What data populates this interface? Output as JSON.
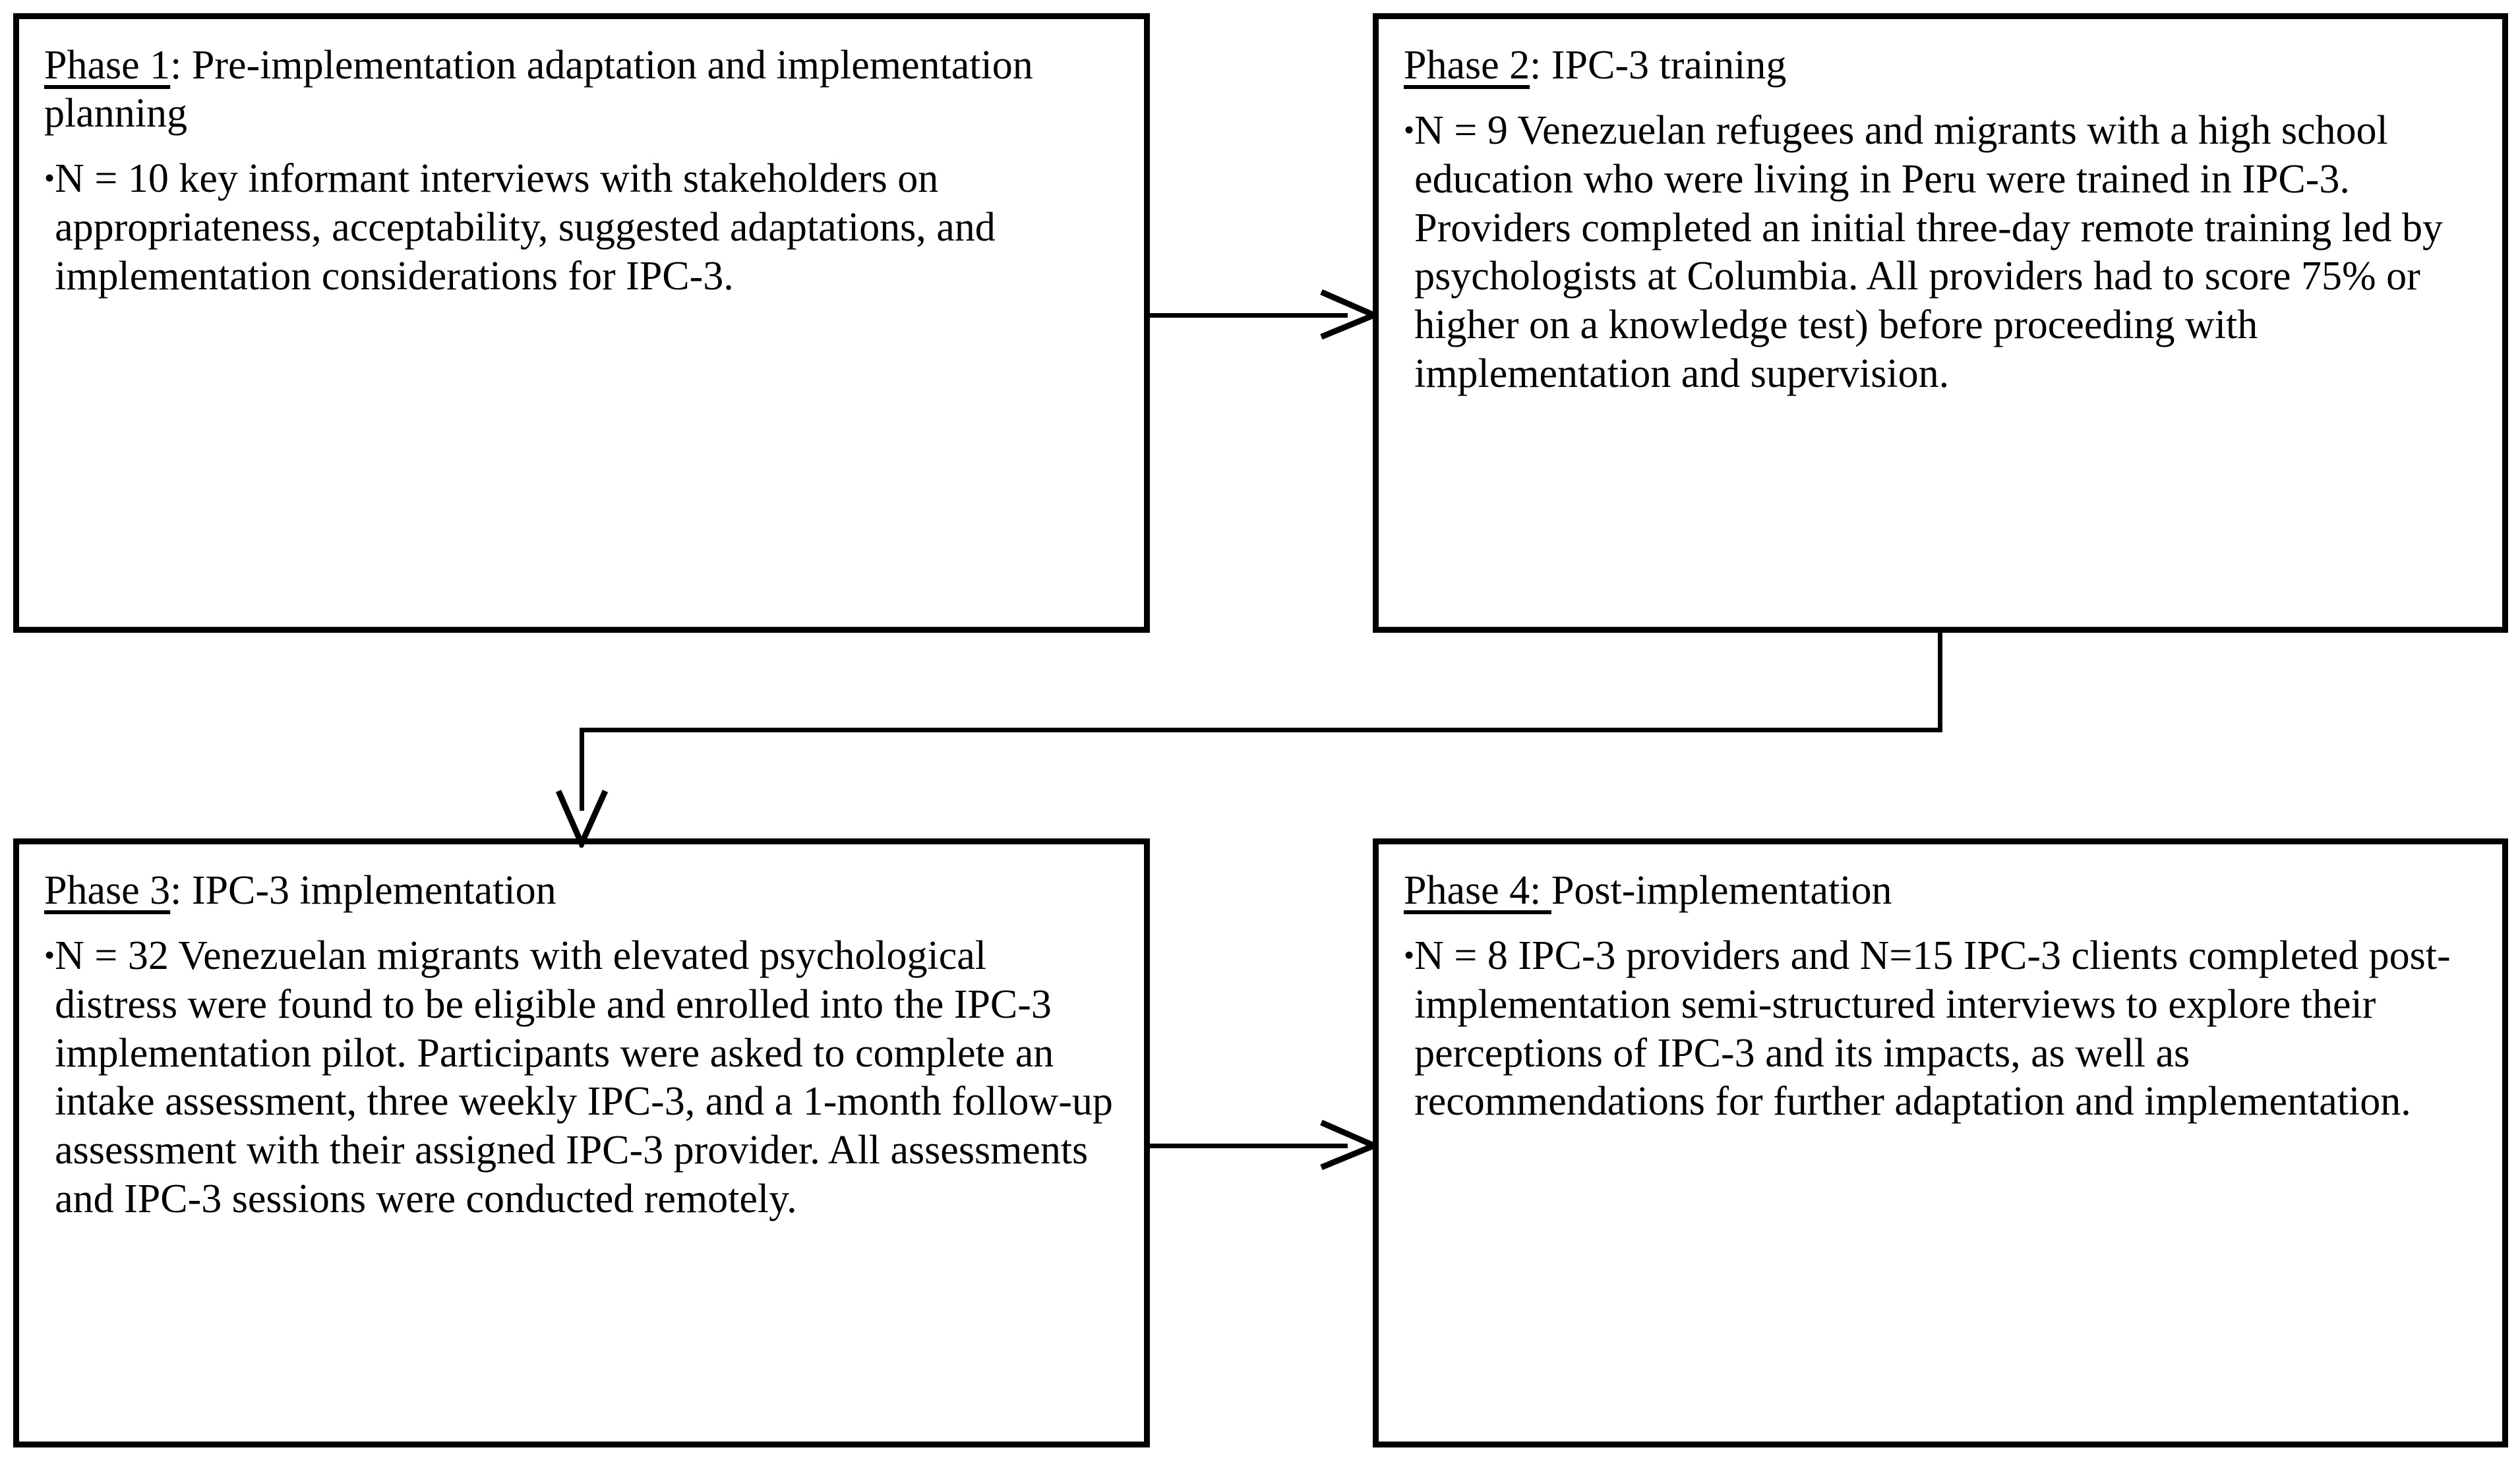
{
  "figure": {
    "type": "flowchart",
    "orientation": "2x2 grid, left-to-right then wrap",
    "line_color": "#000000",
    "background_color": "#ffffff"
  },
  "phases": [
    {
      "id": "phase1",
      "title_underlined": "Phase 1",
      "title_rest": ": Pre-implementation adaptation and implementation planning",
      "bullet_glyph": "•",
      "bullet_text": "N = 10 key informant interviews with stakeholders on appropriateness, acceptability, suggested adaptations, and implementation considerations for IPC-3."
    },
    {
      "id": "phase2",
      "title_underlined": "Phase 2",
      "title_rest": ": IPC-3 training",
      "bullet_glyph": "•",
      "bullet_text": "N = 9 Venezuelan refugees and migrants with a high school education who were living in Peru were trained in IPC-3. Providers completed an initial three-day remote training led by psychologists at Columbia.  All providers had to score 75% or higher on a knowledge test) before proceeding with implementation and supervision."
    },
    {
      "id": "phase3",
      "title_underlined": "Phase 3",
      "title_rest": ": IPC-3 implementation",
      "bullet_glyph": "•",
      "bullet_text": "N = 32 Venezuelan migrants with elevated psychological distress were found to be eligible and enrolled into the IPC-3 implementation pilot. Participants were asked to complete an intake assessment, three weekly IPC-3, and a 1-month follow-up assessment with their assigned IPC-3 provider. All assessments and IPC-3 sessions were conducted remotely."
    },
    {
      "id": "phase4",
      "title_underlined": "Phase 4: ",
      "title_rest": "Post-implementation",
      "bullet_glyph": "•",
      "bullet_text": "N = 8 IPC-3 providers and N=15 IPC-3 clients completed post-implementation semi-structured interviews to explore their perceptions of IPC-3 and its impacts, as well as recommendations for further adaptation and implementation."
    }
  ],
  "connectors": [
    {
      "id": "phase1-to-phase2",
      "from": "phase1",
      "to": "phase2",
      "shape": "straight-horizontal",
      "direction": "right"
    },
    {
      "id": "phase2-to-phase3",
      "from": "phase2",
      "to": "phase3",
      "shape": "elbow-down-left-down",
      "direction": "down"
    },
    {
      "id": "phase3-to-phase4",
      "from": "phase3",
      "to": "phase4",
      "shape": "straight-horizontal",
      "direction": "right"
    }
  ]
}
